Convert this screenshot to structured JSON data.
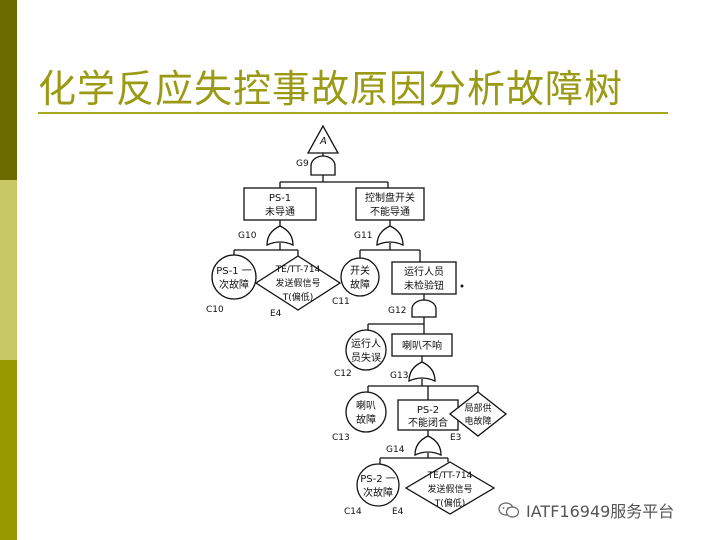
{
  "slide": {
    "title": "化学反应失控事故原因分析故障树",
    "colors": {
      "title": "#9a9a14",
      "sidebar_top": "#6b6b00",
      "sidebar_mid": "#c8c864",
      "sidebar_bottom": "#989800"
    }
  },
  "tree": {
    "top": {
      "label": "A",
      "gate": "G9"
    },
    "events": {
      "ps1_line1": "PS-1",
      "ps1_line2": "未导通",
      "ctrl_line1": "控制盘开关",
      "ctrl_line2": "不能导通",
      "c10_line1": "PS-1 一",
      "c10_line2": "次故障",
      "e4a_line1": "TE/TT-714",
      "e4a_line2": "发送假信号",
      "e4a_line3": "T(偏低)",
      "c11_line1": "开关",
      "c11_line2": "故障",
      "op_line1": "运行人员",
      "op_line2": "未检验钮",
      "c12_line1": "运行人",
      "c12_line2": "员失误",
      "horn": "喇叭不响",
      "c13_line1": "喇叭",
      "c13_line2": "故障",
      "ps2_line1": "PS-2",
      "ps2_line2": "不能闭合",
      "e3_line1": "局部供",
      "e3_line2": "电故障",
      "c14_line1": "PS-2 一",
      "c14_line2": "次故障",
      "e4b_line1": "TE/TT-714",
      "e4b_line2": "发送假信号",
      "e4b_line3": "T(偏低)"
    },
    "labels": {
      "g9": "G9",
      "g10": "G10",
      "g11": "G11",
      "g12": "G12",
      "g13": "G13",
      "g14": "G14",
      "c10": "C10",
      "c11": "C11",
      "c12": "C12",
      "c13": "C13",
      "c14": "C14",
      "e4a": "E4",
      "e3": "E3",
      "e4b": "E4"
    }
  },
  "watermark": {
    "text": "IATF16949服务平台",
    "icon": "wechat-icon"
  }
}
